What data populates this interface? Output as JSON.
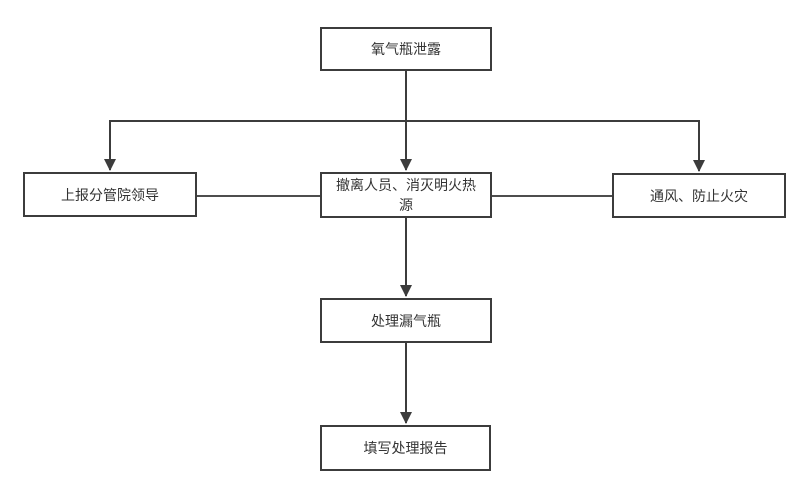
{
  "diagram": {
    "type": "flowchart",
    "nodes": [
      {
        "id": "oxygen-leak",
        "label": "氧气瓶泄露"
      },
      {
        "id": "report-leaders",
        "label": "上报分管院领导"
      },
      {
        "id": "evacuate",
        "label": "撤离人员、消灭明火热源"
      },
      {
        "id": "ventilate",
        "label": "通风、防止火灾"
      },
      {
        "id": "handle-cylinder",
        "label": "处理漏气瓶"
      },
      {
        "id": "fill-report",
        "label": "填写处理报告"
      }
    ],
    "edges": [
      {
        "from": "oxygen-leak",
        "to": "report-leaders",
        "style": "arrow"
      },
      {
        "from": "oxygen-leak",
        "to": "evacuate",
        "style": "arrow"
      },
      {
        "from": "oxygen-leak",
        "to": "ventilate",
        "style": "arrow"
      },
      {
        "from": "report-leaders",
        "to": "evacuate",
        "style": "plain-line"
      },
      {
        "from": "evacuate",
        "to": "ventilate",
        "style": "plain-line"
      },
      {
        "from": "evacuate",
        "to": "handle-cylinder",
        "style": "arrow"
      },
      {
        "from": "handle-cylinder",
        "to": "fill-report",
        "style": "arrow"
      }
    ],
    "colors": {
      "background": "#ffffff",
      "node_fill": "#ffffff",
      "node_border": "#3c3c3c",
      "line": "#3c3c3c",
      "text": "#333333"
    }
  }
}
